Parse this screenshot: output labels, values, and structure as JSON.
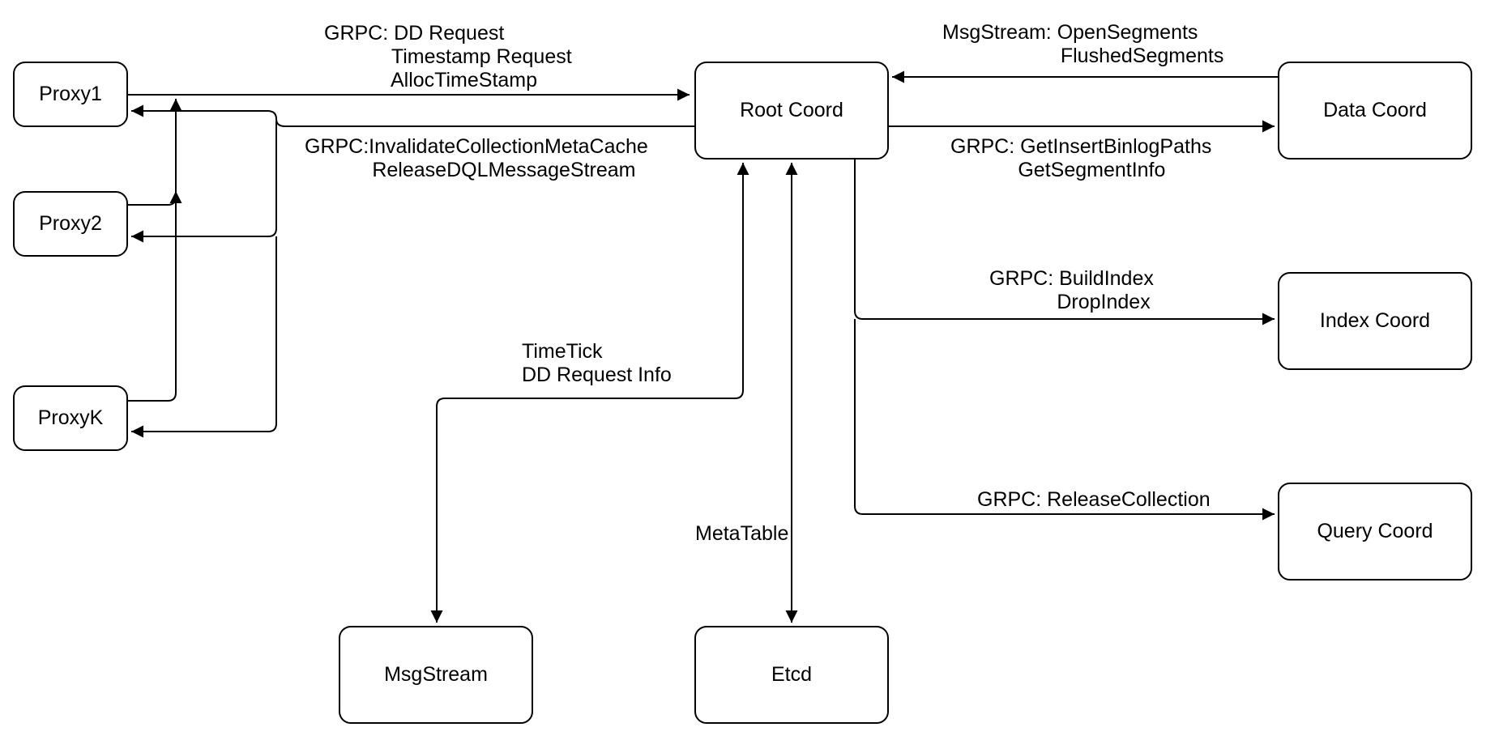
{
  "diagram": {
    "colors": {
      "stroke": "#000000",
      "background": "#ffffff"
    },
    "nodes": [
      {
        "id": "proxy1",
        "label": "Proxy1"
      },
      {
        "id": "proxy2",
        "label": "Proxy2"
      },
      {
        "id": "proxyk",
        "label": "ProxyK"
      },
      {
        "id": "root-coord",
        "label": "Root Coord"
      },
      {
        "id": "data-coord",
        "label": "Data Coord"
      },
      {
        "id": "index-coord",
        "label": "Index Coord"
      },
      {
        "id": "query-coord",
        "label": "Query Coord"
      },
      {
        "id": "msgstream",
        "label": "MsgStream"
      },
      {
        "id": "etcd",
        "label": "Etcd"
      }
    ],
    "edge_labels": [
      {
        "id": "proxies-to-rootcoord",
        "text": "GRPC: DD Request\n            Timestamp Request\n            AllocTimeStamp"
      },
      {
        "id": "datacoord-to-rootcoord",
        "text": "MsgStream: OpenSegments\n                     FlushedSegments"
      },
      {
        "id": "rootcoord-to-proxies",
        "text": "GRPC:InvalidateCollectionMetaCache\n            ReleaseDQLMessageStream"
      },
      {
        "id": "rootcoord-to-datacoord",
        "text": "GRPC: GetInsertBinlogPaths\n            GetSegmentInfo"
      },
      {
        "id": "rootcoord-to-indexcoord",
        "text": "GRPC: BuildIndex\n            DropIndex"
      },
      {
        "id": "rootcoord-to-msgstream",
        "text": "TimeTick\nDD Request Info"
      },
      {
        "id": "rootcoord-to-etcd",
        "text": "MetaTable"
      },
      {
        "id": "rootcoord-to-querycoord",
        "text": "GRPC: ReleaseCollection"
      }
    ],
    "edges": [
      {
        "from": "Proxy1 / Proxy2 / ProxyK",
        "to": "Root Coord",
        "direction": "one-way",
        "label": "GRPC: DD Request, Timestamp Request, AllocTimeStamp"
      },
      {
        "from": "Root Coord",
        "to": "Proxy1 / Proxy2 / ProxyK",
        "direction": "one-way",
        "label": "GRPC:InvalidateCollectionMetaCache, ReleaseDQLMessageStream"
      },
      {
        "from": "Data Coord",
        "to": "Root Coord",
        "direction": "one-way",
        "label": "MsgStream: OpenSegments, FlushedSegments"
      },
      {
        "from": "Root Coord",
        "to": "Data Coord",
        "direction": "one-way",
        "label": "GRPC: GetInsertBinlogPaths, GetSegmentInfo"
      },
      {
        "from": "Root Coord",
        "to": "Index Coord",
        "direction": "one-way",
        "label": "GRPC: BuildIndex, DropIndex"
      },
      {
        "from": "Root Coord",
        "to": "Query Coord",
        "direction": "one-way",
        "label": "GRPC: ReleaseCollection"
      },
      {
        "from": "Root Coord",
        "to": "MsgStream",
        "direction": "two-way",
        "label": "TimeTick, DD Request Info"
      },
      {
        "from": "Root Coord",
        "to": "Etcd",
        "direction": "two-way",
        "label": "MetaTable"
      }
    ]
  }
}
